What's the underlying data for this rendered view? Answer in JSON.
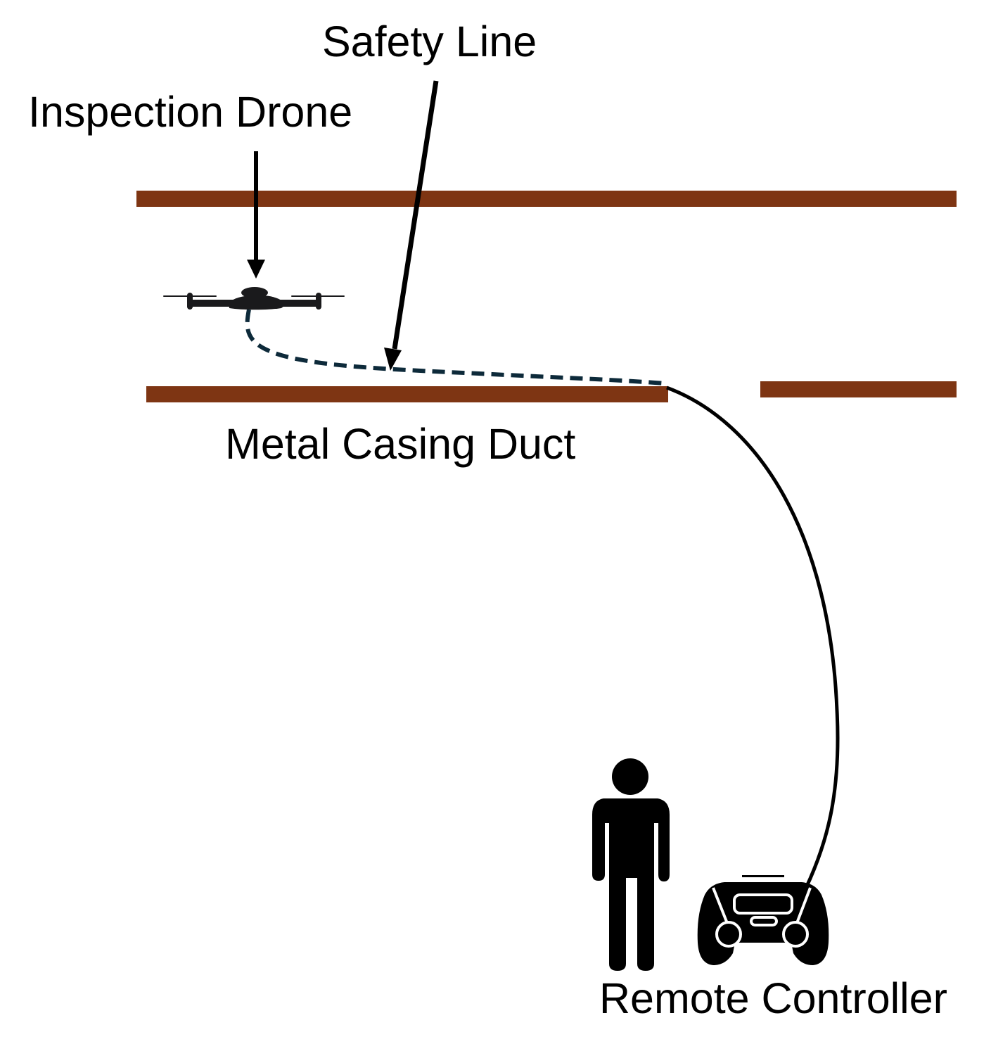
{
  "labels": {
    "safety_line": "Safety Line",
    "inspection_drone": "Inspection Drone",
    "metal_casing_duct": "Metal Casing Duct",
    "remote_controller": "Remote Controller"
  },
  "colors": {
    "duct": "#7e3513",
    "safety_line": "#0d2a3a",
    "cable": "#000000",
    "icons": "#000000",
    "drone": "#1a1a1c",
    "background": "#ffffff"
  },
  "components": [
    {
      "id": "duct-top-wall",
      "type": "duct-wall"
    },
    {
      "id": "duct-bottom-wall-left",
      "type": "duct-wall"
    },
    {
      "id": "duct-bottom-wall-right",
      "type": "duct-wall"
    },
    {
      "id": "inspection-drone",
      "type": "drone-icon"
    },
    {
      "id": "safety-line",
      "type": "dashed-tether"
    },
    {
      "id": "control-cable",
      "type": "solid-tether"
    },
    {
      "id": "operator",
      "type": "person-icon"
    },
    {
      "id": "remote-controller",
      "type": "controller-icon"
    }
  ]
}
